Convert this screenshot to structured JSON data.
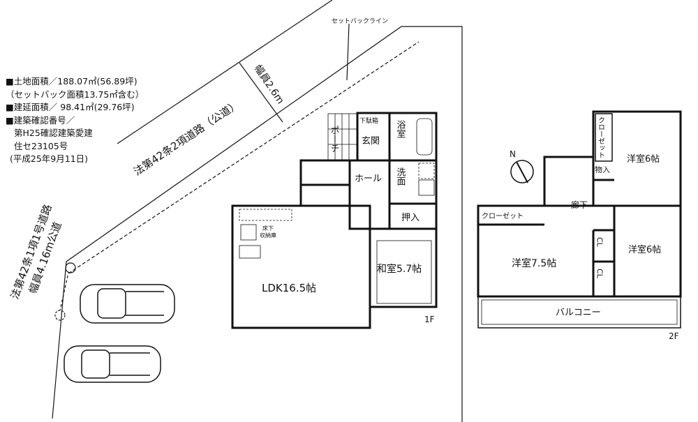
{
  "site_info": {
    "lines": [
      "■土地面積／188.07㎡(56.89坪)",
      "（セットバック面積13.75㎡含む）",
      "■建延面積／ 98.41㎡(29.76坪)",
      "■建築確認番号／",
      "第H25確認建築愛建",
      "住セ23105号",
      "(平成25年9月11日)"
    ]
  },
  "roads": {
    "setback_label": "セットバックライン",
    "north_road": "法第42条2項道路（公道）",
    "north_width": "幅員2.6m",
    "west_road": "法第42条1項1号道路",
    "west_width": "幅員4.16m公道"
  },
  "floor1": {
    "label": "1F",
    "rooms": {
      "porch": "ポーチ",
      "shoe_box": "下駄箱",
      "entrance": "玄関",
      "bath": "浴室",
      "hall": "ホール",
      "washroom": "洗面",
      "closet": "押入",
      "ldk": "LDK16.5帖",
      "japanese_room": "和室5.7帖",
      "underfloor_storage_1": "床下",
      "underfloor_storage_2": "収納庫"
    }
  },
  "floor2": {
    "label": "2F",
    "rooms": {
      "closet_top": "クローゼット",
      "bedroom_ne": "洋室6帖",
      "storage": "物入",
      "corridor": "廊下",
      "closet_left": "クローゼット",
      "bedroom_main": "洋室7.5帖",
      "cl_1": "CL",
      "cl_2": "CL",
      "bedroom_se": "洋室6帖",
      "balcony": "バルコニー"
    }
  },
  "compass": {
    "label": "N"
  }
}
